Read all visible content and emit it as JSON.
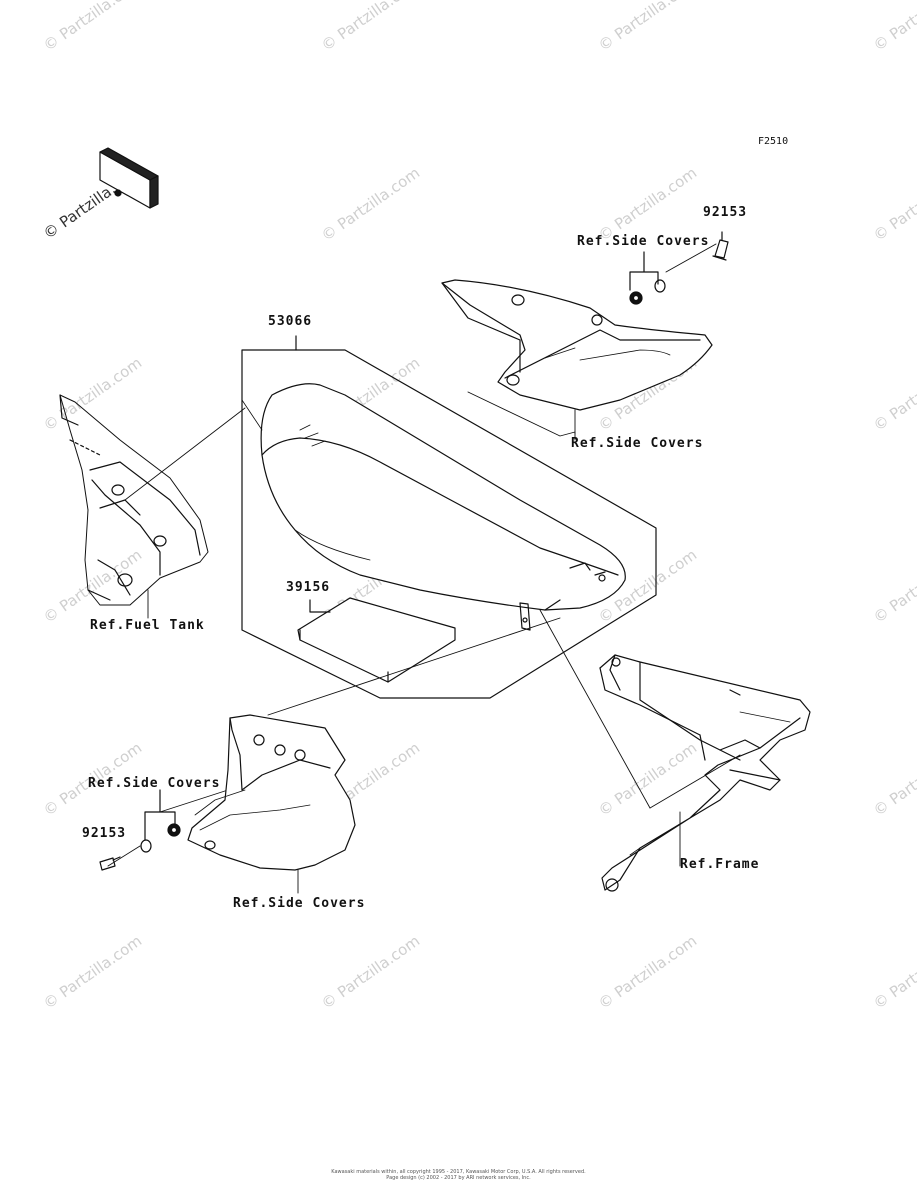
{
  "diagram_code": "F2510",
  "front_badge": "FRONT",
  "watermark": "© Partzilla.com",
  "watermark_dark": "© Partzilla.com",
  "labels": {
    "part_53066": "53066",
    "part_39156": "39156",
    "part_92153_top": "92153",
    "part_92153_bottom": "92153",
    "ref_side_covers_top": "Ref.Side Covers",
    "ref_side_covers_right": "Ref.Side Covers",
    "ref_side_covers_left_top": "Ref.Side Covers",
    "ref_side_covers_left_bottom": "Ref.Side Covers",
    "ref_fuel_tank": "Ref.Fuel Tank",
    "ref_frame": "Ref.Frame"
  },
  "footer": {
    "line1": "Kawasaki materials within, all copyright 1995 - 2017, Kawasaki Motor Corp, U.S.A. All rights reserved.",
    "line2": "Page design (c) 2002 - 2017 by ARI network services, Inc."
  }
}
